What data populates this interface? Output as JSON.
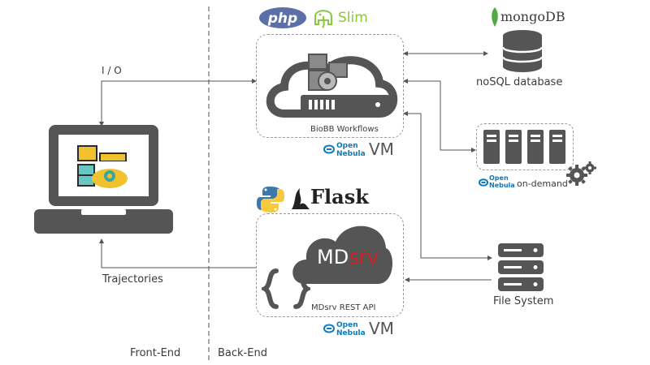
{
  "io_label": "I / O",
  "trajectories_label": "Trajectories",
  "front_end_label": "Front-End",
  "back_end_label": "Back-End",
  "biobb": {
    "label": "BioBB Workflows",
    "logos": {
      "php": "php",
      "slim": "Slim"
    },
    "opennebula_top": "Open",
    "opennebula_bottom": "Nebula",
    "vm": "VM"
  },
  "mdsrv": {
    "label": "MDsrv REST API",
    "logo_md": "MD",
    "logo_srv": "srv",
    "logos": {
      "flask": "Flask"
    },
    "opennebula_top": "Open",
    "opennebula_bottom": "Nebula",
    "vm": "VM"
  },
  "mongodb": {
    "logo": "mongoDB",
    "label": "noSQL database"
  },
  "ondemand": {
    "opennebula_top": "Open",
    "opennebula_bottom": "Nebula",
    "label": "on-demand"
  },
  "filesystem": {
    "label": "File System"
  },
  "colors": {
    "dark": "#555555",
    "php": "#5b6fa8",
    "slim": "#8cc63f",
    "mongo_green": "#4faa41",
    "mdsrv_red": "#d11f1f",
    "nebula_blue": "#0d7bbd"
  },
  "icons": [
    "laptop-icon",
    "cloud-server-icon",
    "database-icon",
    "server-rack-icon",
    "gears-icon",
    "file-system-icon",
    "python-icon",
    "flask-icon",
    "elephant-icon",
    "mongo-leaf-icon",
    "curly-braces-icon",
    "opennebula-icon"
  ]
}
